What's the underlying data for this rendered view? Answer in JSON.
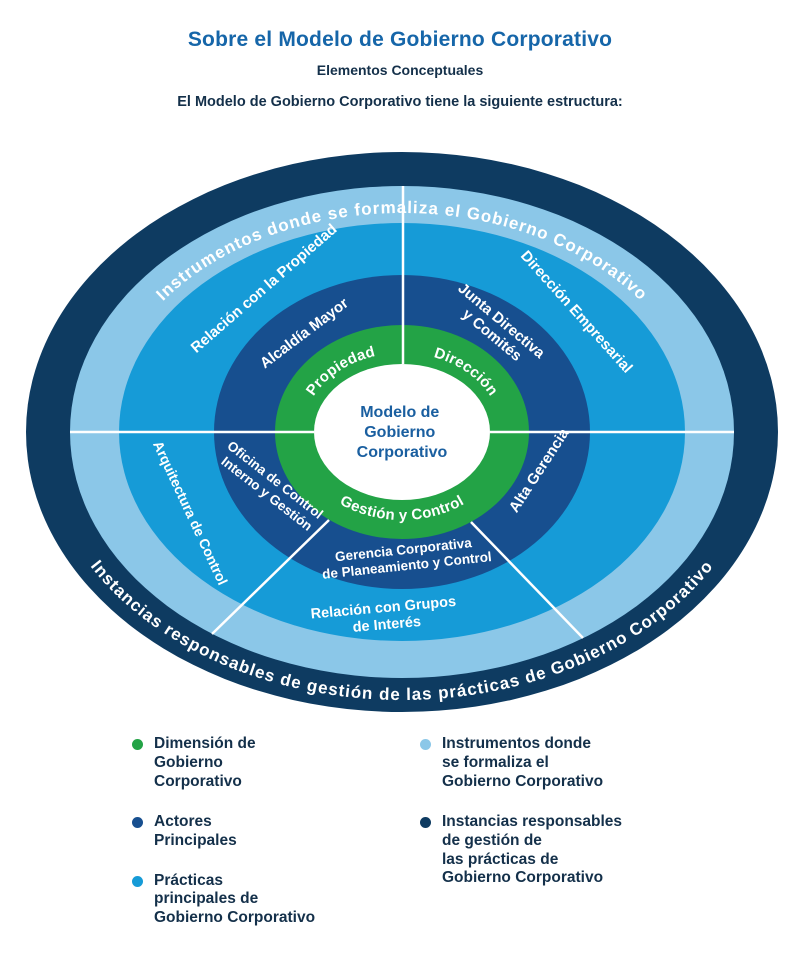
{
  "header": {
    "title": "Sobre el Modelo de Gobierno Corporativo",
    "subtitle": "Elementos Conceptuales",
    "intro": "El Modelo de Gobierno Corporativo tiene la siguiente estructura:"
  },
  "colors": {
    "navy": "#0e3b61",
    "light_blue": "#8bc7e8",
    "bright_blue": "#169bd7",
    "dark_blue": "#174f8f",
    "green": "#23a346",
    "title_blue": "#1666a9",
    "center_text_blue": "#1a5fa0",
    "body_text": "#14304a",
    "divider": "#ffffff"
  },
  "diagram": {
    "center": {
      "line1": "Modelo de",
      "line2": "Gobierno",
      "line3": "Corporativo"
    },
    "dimension_ring": {
      "propiedad": "Propiedad",
      "direccion": "Dirección",
      "gestion_control": "Gestión y Control"
    },
    "actors_ring": {
      "alcaldia_mayor": "Alcaldía Mayor",
      "junta_directiva": {
        "line1": "Junta Directiva",
        "line2": "y Comités"
      },
      "alta_gerencia": "Alta Gerencia",
      "gerencia_corporativa": {
        "line1": "Gerencia Corporativa",
        "line2": "de Planeamiento y Control"
      },
      "oficina_control": {
        "line1": "Oficina de Control",
        "line2": "Interno y Gestión"
      }
    },
    "practices_ring": {
      "relacion_propiedad": "Relación con la Propiedad",
      "direccion_empresarial": "Dirección Empresarial",
      "arquitectura_control": "Arquitectura de Control",
      "relacion_grupos": {
        "line1": "Relación con Grupos",
        "line2": "de Interés"
      }
    },
    "instruments_ring": {
      "label": "Instrumentos donde se formaliza el Gobierno Corporativo"
    },
    "instances_ring": {
      "label": "Instancias responsables de gestión de las prácticas de Gobierno Corporativo"
    }
  },
  "legend": {
    "items": [
      {
        "name": "dimension",
        "color": "#23a346",
        "label": "Dimensión de\nGobierno\nCorporativo"
      },
      {
        "name": "actors",
        "color": "#174f8f",
        "label": "Actores\nPrincipales"
      },
      {
        "name": "practices",
        "color": "#169bd7",
        "label": "Prácticas\nprincipales de\nGobierno Corporativo"
      },
      {
        "name": "instruments",
        "color": "#8bc7e8",
        "label": "Instrumentos donde\nse formaliza el\nGobierno Corporativo"
      },
      {
        "name": "instances",
        "color": "#0e3b61",
        "label": "Instancias responsables\nde gestión de\nlas prácticas de\nGobierno Corporativo"
      }
    ]
  }
}
